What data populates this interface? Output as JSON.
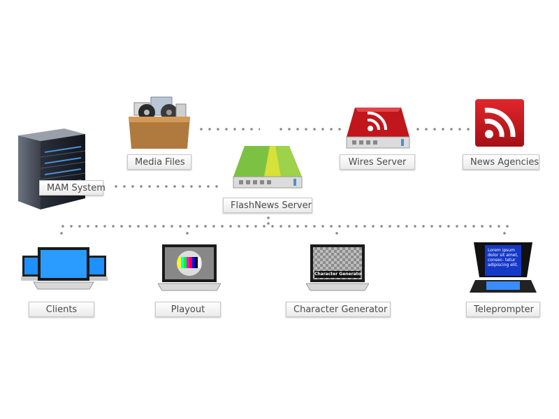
{
  "nodes": {
    "mam_system": "MAM System",
    "media_files": "Media Files",
    "flashnews_server": "FlashNews Server",
    "wires_server": "Wires Server",
    "news_agencies": "News Agencies",
    "clients": "Clients",
    "playout": "Playout",
    "character_generator": "Character Generator",
    "teleprompter": "Teleprompter"
  },
  "screens": {
    "cg_caption": "Character Generator",
    "teleprompter_text": "Lorem ipsum dolor sit amet, consec- tetur adipiscing elit."
  },
  "colors": {
    "server_green": "#7cc242",
    "server_yellow": "#d8e03a",
    "rss_red": "#c0161c",
    "screen_blue": "#1e90ff"
  }
}
